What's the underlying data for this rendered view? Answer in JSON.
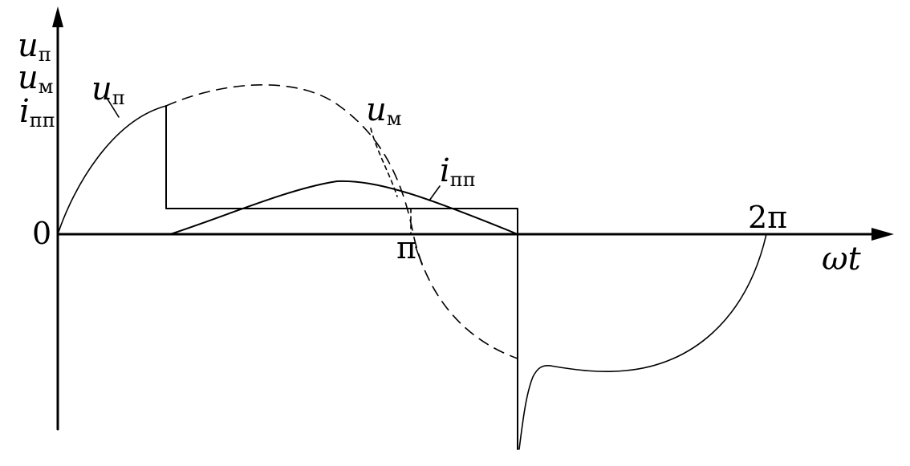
{
  "diagram": {
    "y_axis_labels": [
      {
        "main": "u",
        "sub": "π"
      },
      {
        "main": "u",
        "sub": "м"
      },
      {
        "main": "i",
        "sub": "пп"
      }
    ],
    "x_axis_label": "ωt",
    "origin_label": "0",
    "tick_pi_label": "π",
    "tick_2pi_label": "2π",
    "curve_labels": [
      {
        "main": "u",
        "sub": "π"
      },
      {
        "main": "u",
        "sub": "м"
      },
      {
        "main": "i",
        "sub": "пп"
      }
    ]
  },
  "colors": {
    "stroke": "#000000",
    "background": "#ffffff"
  }
}
